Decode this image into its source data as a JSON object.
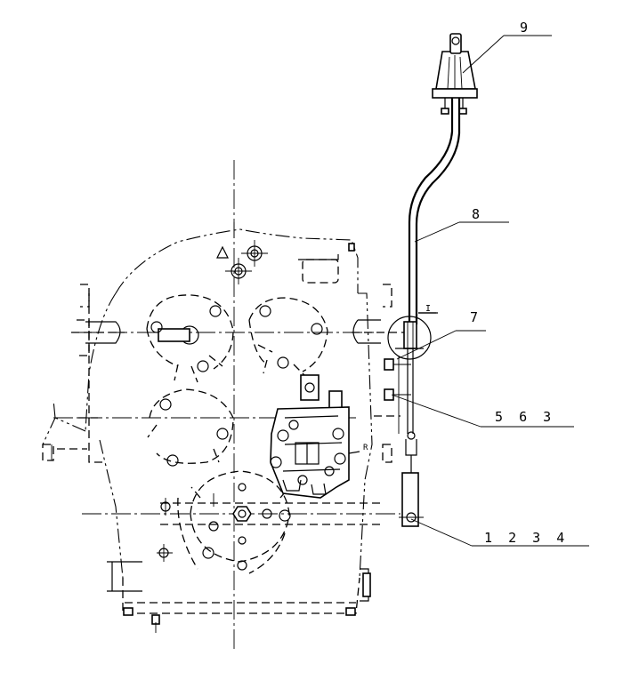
{
  "drawing": {
    "callouts": {
      "c1": "9",
      "c2": "8",
      "c3": "7",
      "c4": "5  6  3",
      "c5": "1  2  3  4"
    },
    "detail_mark": "I",
    "port_mark": "R"
  }
}
